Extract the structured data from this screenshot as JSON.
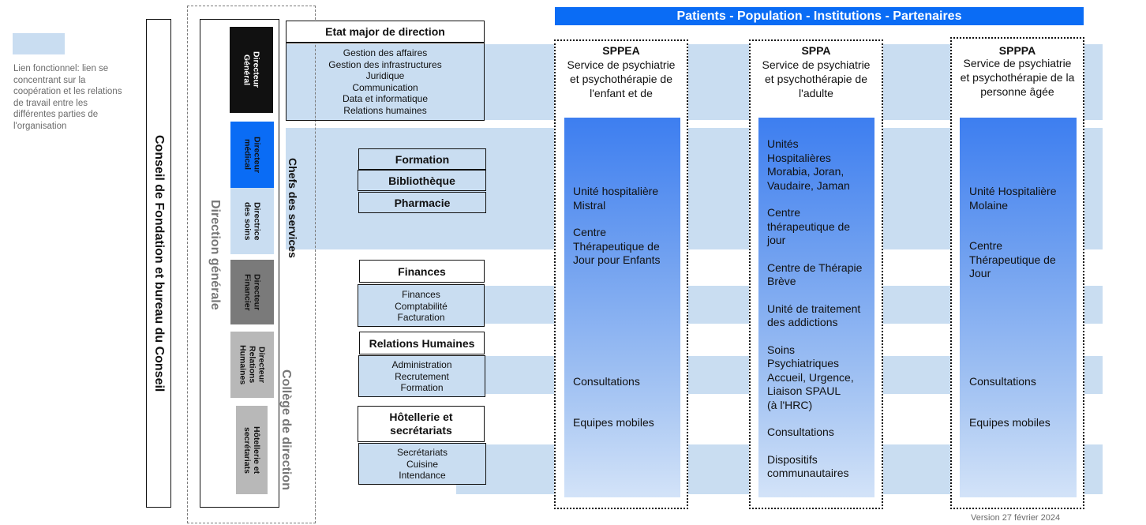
{
  "legend": {
    "swatch_color": "#c9ddf1",
    "text": "Lien fonctionnel: lien se concentrant sur la coopération et les relations de travail entre les différentes parties de l'organisation"
  },
  "conseil": {
    "label": "Conseil de Fondation et bureau du Conseil"
  },
  "direction_generale": {
    "label": "Direction générale"
  },
  "college": {
    "label": "Collège de direction"
  },
  "chefs_services": {
    "label": "Chefs des services"
  },
  "directors": [
    {
      "label": "Directeur\nGénéral",
      "color": "#111111",
      "text_color": "#ffffff"
    },
    {
      "label": "Directeur\nmédical",
      "color": "#0a6cf5",
      "text_color": "#111111"
    },
    {
      "label": "Directrice\ndes soins",
      "color": "#c9ddf1",
      "text_color": "#111111"
    },
    {
      "label": "Directeur\nFinancier",
      "color": "#7a7a7a",
      "text_color": "#111111"
    },
    {
      "label": "Directeur\nRelations\nHumaines",
      "color": "#b8b8b8",
      "text_color": "#111111"
    },
    {
      "label": "Hôtellerie et\nsecrétariats",
      "color": "#b8b8b8",
      "text_color": "#111111"
    }
  ],
  "etat_major": {
    "title": "Etat major de direction",
    "items": [
      "Gestion des affaires",
      "Gestion des infrastructures",
      "Juridique",
      "Communication",
      "Data et informatique",
      "Relations humaines"
    ]
  },
  "support": [
    "Formation",
    "Bibliothèque",
    "Pharmacie"
  ],
  "finances": {
    "title": "Finances",
    "items": [
      "Finances",
      "Comptabilité",
      "Facturation"
    ]
  },
  "rh": {
    "title": "Relations Humaines",
    "items": [
      "Administration",
      "Recrutement",
      "Formation"
    ]
  },
  "hotellerie": {
    "title": "Hôtellerie et\nsecrétariats",
    "items": [
      "Secrétariats",
      "Cuisine",
      "Intendance"
    ]
  },
  "banner": {
    "text": "Patients - Population - Institutions - Partenaires",
    "color": "#0a6cf5"
  },
  "services": [
    {
      "code": "SPPEA",
      "title": "Service de psychiatrie et psychothérapie de l'enfant et de",
      "units": [
        "Unité hospitalière\nMistral",
        "Centre\nThérapeutique de\nJour pour Enfants",
        "Consultations",
        "Equipes mobiles"
      ]
    },
    {
      "code": "SPPA",
      "title": "Service de psychiatrie et psychothérapie de l'adulte",
      "units": [
        "Unités\nHospitalières\nMorabia, Joran,\nVaudaire, Jaman",
        "Centre\nthérapeutique de\njour",
        "Centre de Thérapie\nBrève",
        "Unité de traitement\ndes addictions",
        "Soins\nPsychiatriques\nAccueil, Urgence,\nLiaison SPAUL\n(à l'HRC)",
        "Consultations",
        "Dispositifs\ncommunautaires"
      ]
    },
    {
      "code": "SPPPA",
      "title": "Service de psychiatrie et psychothérapie de la personne âgée",
      "units": [
        "Unité Hospitalière\nMolaine",
        "Centre\nThérapeutique de\nJour",
        "Consultations",
        "Equipes mobiles"
      ]
    }
  ],
  "version": "Version 27 février 2024"
}
